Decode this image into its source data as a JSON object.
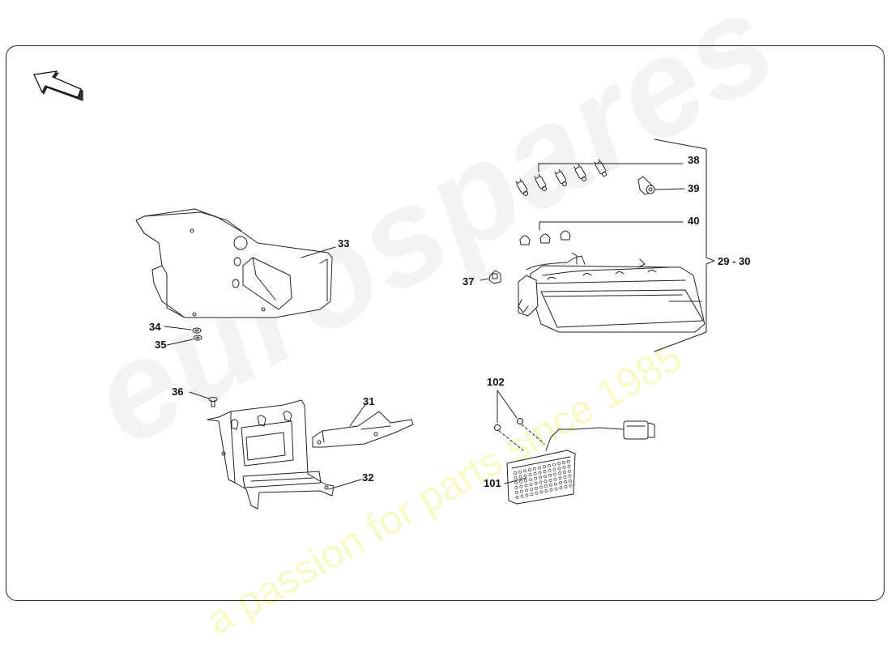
{
  "watermark": {
    "brand": "eurospares",
    "tagline": "a passion for parts since 1985"
  },
  "navigation": {
    "back_icon": "back-arrow-icon"
  },
  "callouts": {
    "c29_30": "29 - 30",
    "c31": "31",
    "c32": "32",
    "c33": "33",
    "c34": "34",
    "c35": "35",
    "c36": "36",
    "c37": "37",
    "c38": "38",
    "c39": "39",
    "c40": "40",
    "c101": "101",
    "c102": "102"
  },
  "colors": {
    "line": "#222222",
    "watermark_gray": "#c8c8c8",
    "watermark_yellow": "#ece850"
  }
}
